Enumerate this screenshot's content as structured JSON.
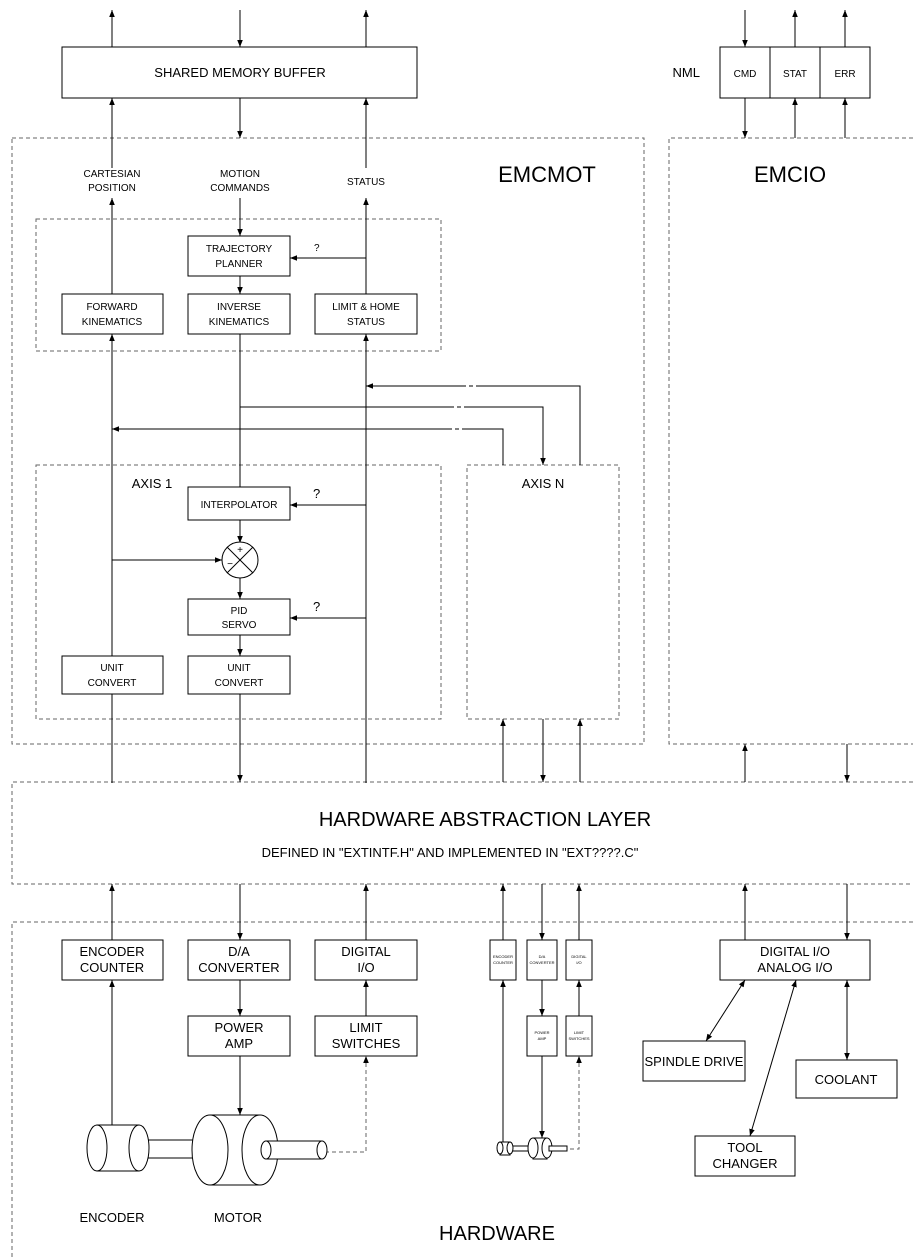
{
  "shared_memory_buffer": "SHARED MEMORY BUFFER",
  "nml": {
    "label": "NML",
    "cmd": "CMD",
    "stat": "STAT",
    "err": "ERR"
  },
  "emcmot": {
    "title": "EMCMOT",
    "cartesian": [
      "CARTESIAN",
      "POSITION"
    ],
    "motion": [
      "MOTION",
      "COMMANDS"
    ],
    "status": "STATUS",
    "trajectory": [
      "TRAJECTORY",
      "PLANNER"
    ],
    "question": "?",
    "forward": [
      "FORWARD",
      "KINEMATICS"
    ],
    "inverse": [
      "INVERSE",
      "KINEMATICS"
    ],
    "limit_home": [
      "LIMIT & HOME",
      "STATUS"
    ],
    "axis1": {
      "title": "AXIS 1",
      "interpolator": "INTERPOLATOR",
      "pid": [
        "PID",
        "SERVO"
      ],
      "unit_left": [
        "UNIT",
        "CONVERT"
      ],
      "unit_right": [
        "UNIT",
        "CONVERT"
      ],
      "sum_plus": "+",
      "sum_minus": "−"
    },
    "axisn": "AXIS N"
  },
  "emcio": {
    "title": "EMCIO"
  },
  "hal": {
    "title": "HARDWARE ABSTRACTION LAYER",
    "subtitle": "DEFINED IN \"EXTINTF.H\" AND IMPLEMENTED IN \"EXT????.C\""
  },
  "hardware": {
    "title": "HARDWARE",
    "encoder_counter": [
      "ENCODER",
      "COUNTER"
    ],
    "da_converter": [
      "D/A",
      "CONVERTER"
    ],
    "digital_io": [
      "DIGITAL",
      "I/O"
    ],
    "power_amp": [
      "POWER",
      "AMP"
    ],
    "limit_switches": [
      "LIMIT",
      "SWITCHES"
    ],
    "encoder": "ENCODER",
    "motor": "MOTOR",
    "mini": {
      "encoder_counter": [
        "ENCODER",
        "COUNTER"
      ],
      "da_converter": [
        "D/A",
        "CONVERTER"
      ],
      "digital_io": [
        "DIGITAL",
        "I/O"
      ],
      "power_amp": [
        "POWER",
        "AMP"
      ],
      "limit_switches": [
        "LIMIT",
        "SWITCHES"
      ]
    },
    "digital_analog": [
      "DIGITAL I/O",
      "ANALOG I/O"
    ],
    "spindle": "SPINDLE DRIVE",
    "coolant": "COOLANT",
    "tool_changer": [
      "TOOL",
      "CHANGER"
    ]
  }
}
